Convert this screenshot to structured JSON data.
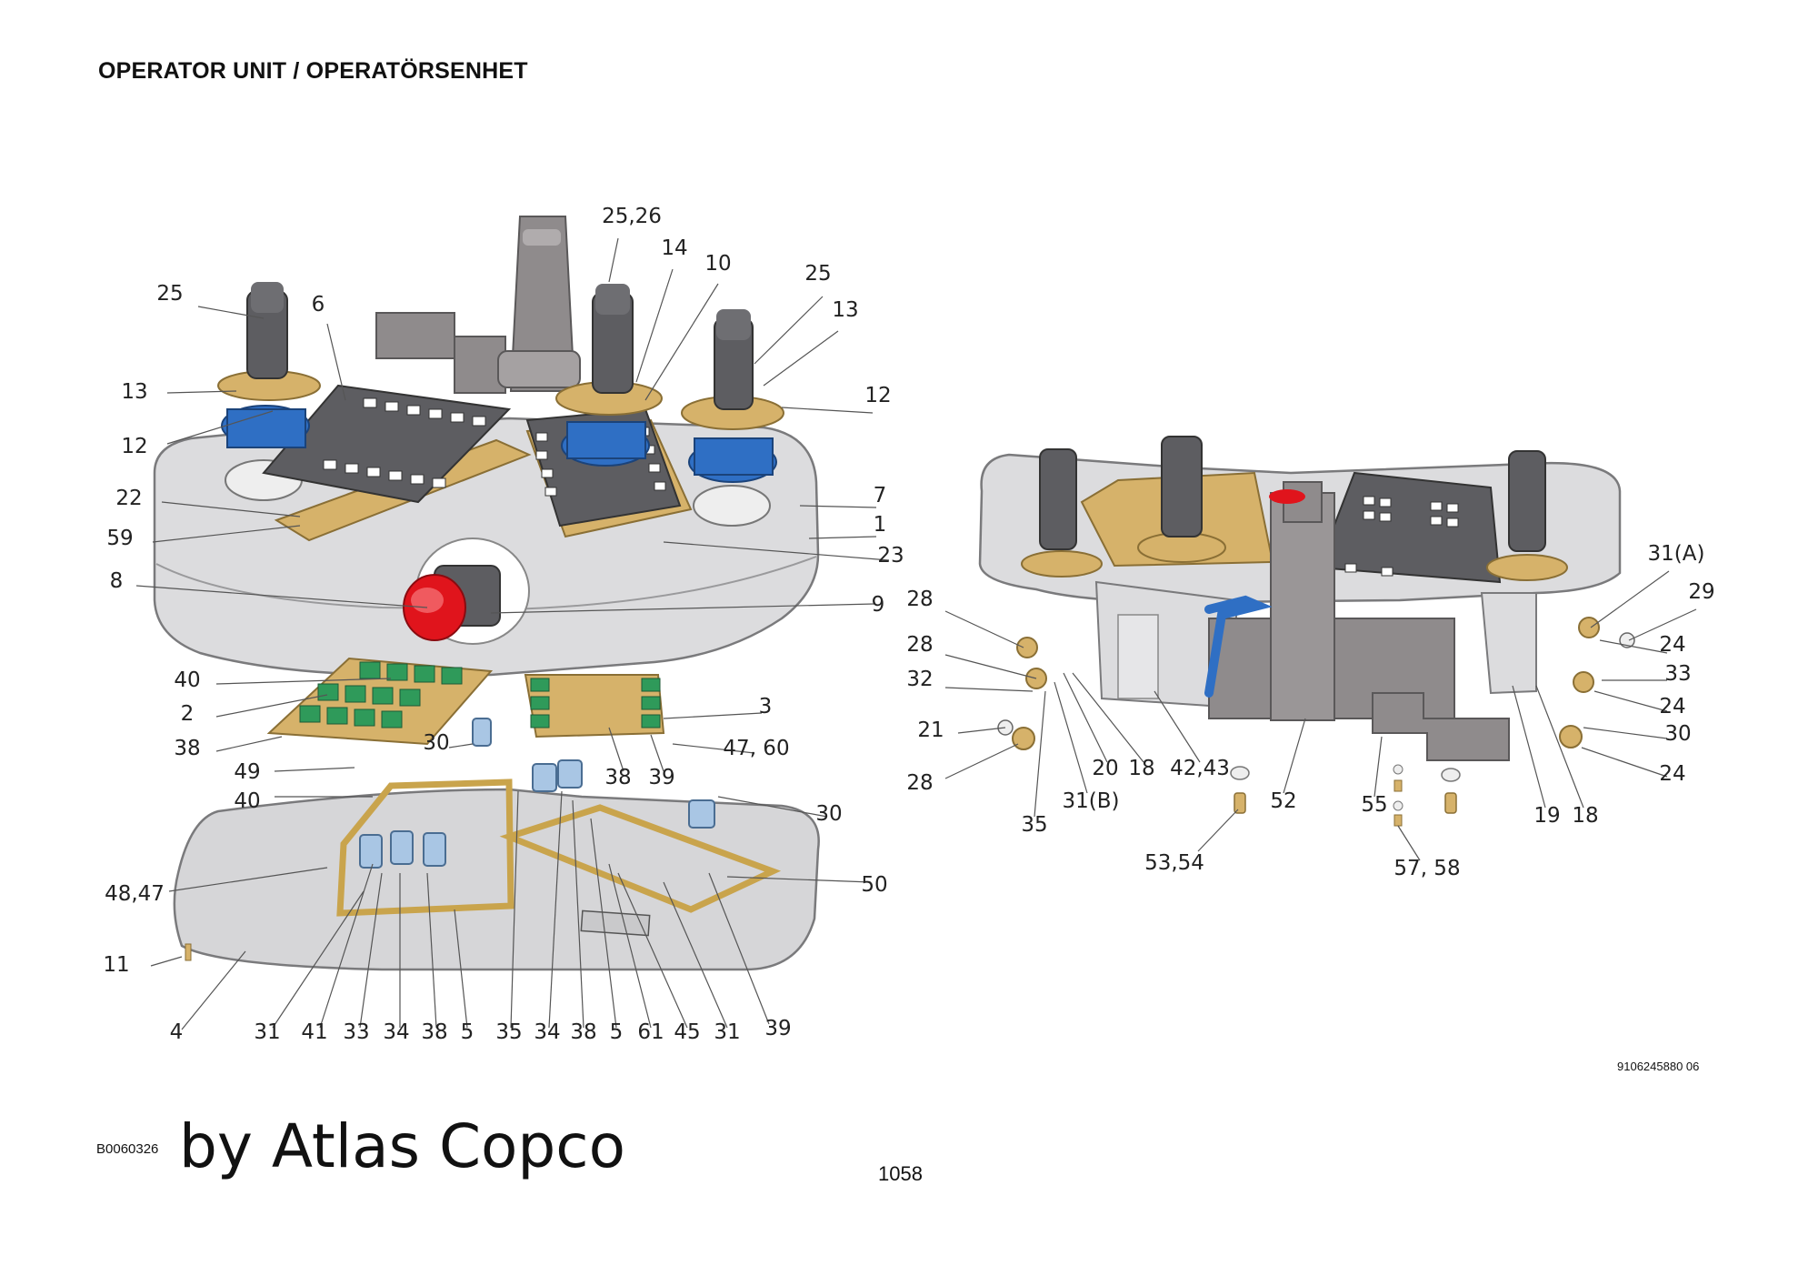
{
  "header": {
    "title": "OPERATOR UNIT / OPERATÖRSENHET"
  },
  "footer": {
    "document_reference": "9106245880 06",
    "image_code": "B0060326",
    "watermark": "by Atlas Copco",
    "page_number": "1058"
  },
  "left_view_callouts": [
    "25,26",
    "14",
    "10",
    "25",
    "13",
    "25",
    "6",
    "13",
    "12",
    "12",
    "22",
    "7",
    "1",
    "59",
    "23",
    "8",
    "9",
    "40",
    "2",
    "3",
    "38",
    "30",
    "47, 60",
    "38",
    "39",
    "49",
    "40",
    "30",
    "48,47",
    "50",
    "11",
    "4",
    "31",
    "41",
    "33",
    "34",
    "38",
    "5",
    "35",
    "34",
    "38",
    "5",
    "61",
    "45",
    "31",
    "39"
  ],
  "right_view_callouts": [
    "31(A)",
    "29",
    "28",
    "28",
    "24",
    "32",
    "33",
    "24",
    "21",
    "30",
    "28",
    "24",
    "20",
    "18",
    "42,43",
    "31(B)",
    "52",
    "55",
    "19",
    "18",
    "35",
    "53,54",
    "57, 58"
  ],
  "colors": {
    "housing_grey": "#d9d9db",
    "panel_dark": "#5d5d61",
    "board_yellow": "#d6b26a",
    "relay_green": "#2f9a5a",
    "joystick_blue": "#2f6fc4",
    "emergency_red": "#e0141c",
    "bracket_grey": "#8f8b8c",
    "valve_lightblue": "#a9c6e4"
  }
}
